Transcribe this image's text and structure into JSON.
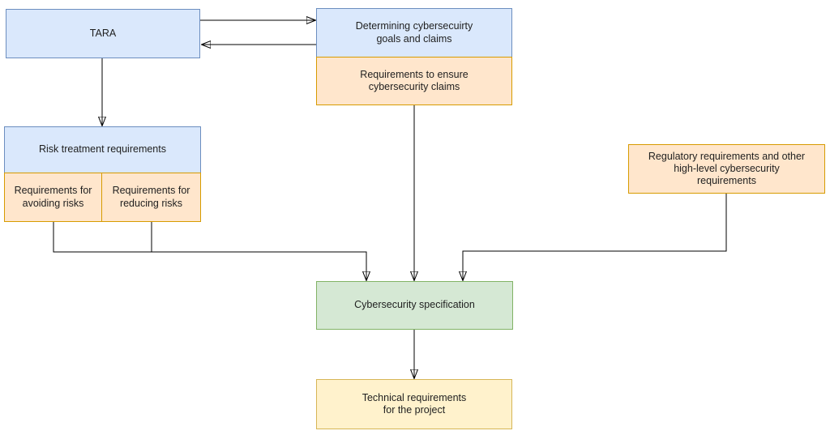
{
  "diagram": {
    "nodes": {
      "tara": {
        "label": "TARA"
      },
      "goals": {
        "label": "Determining cybersecuirty\ngoals and claims"
      },
      "goals_req": {
        "label": "Requirements to ensure\ncybersecurity claims"
      },
      "risk_treatment": {
        "label": "Risk treatment requirements"
      },
      "avoiding": {
        "label": "Requirements for\navoiding risks"
      },
      "reducing": {
        "label": "Requirements for\nreducing risks"
      },
      "regulatory": {
        "label": "Regulatory requirements and other\nhigh-level cybersecurity\nrequirements"
      },
      "spec": {
        "label": "Cybersecurity specification"
      },
      "technical": {
        "label": "Technical requirements\nfor the project"
      }
    },
    "edges": [
      {
        "from": "tara",
        "to": "goals",
        "arrow": "end"
      },
      {
        "from": "goals",
        "to": "tara",
        "arrow": "end"
      },
      {
        "from": "tara",
        "to": "risk_treatment",
        "arrow": "end"
      },
      {
        "from": "goals_req",
        "to": "spec",
        "arrow": "end"
      },
      {
        "from": "avoiding",
        "to": "spec",
        "arrow": "end"
      },
      {
        "from": "reducing",
        "to": "spec",
        "arrow": "end"
      },
      {
        "from": "regulatory",
        "to": "spec",
        "arrow": "end"
      },
      {
        "from": "spec",
        "to": "technical",
        "arrow": "end"
      }
    ],
    "colors": {
      "blue_fill": "#dae8fc",
      "blue_border": "#6c8ebf",
      "orange_fill": "#ffe6cc",
      "orange_border": "#d79b00",
      "green_fill": "#d5e8d4",
      "green_border": "#82b366",
      "yellow_fill": "#fff2cc",
      "yellow_border": "#d6b656",
      "connector": "#000000",
      "background": "#ffffff"
    }
  }
}
